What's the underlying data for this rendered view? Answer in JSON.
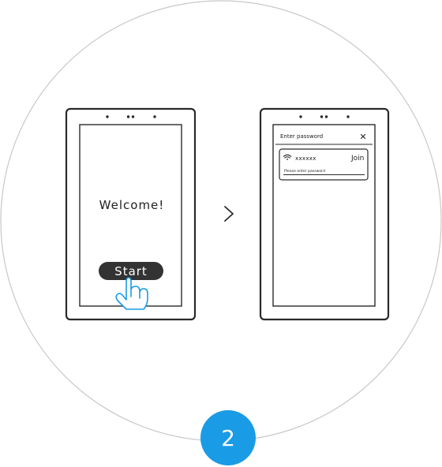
{
  "left_device": {
    "welcome_text": "Welcome!",
    "start_label": "Start"
  },
  "right_device": {
    "dialog_title": "Enter password",
    "close_symbol": "×",
    "network_name": "xxxxxx",
    "join_label": "Join",
    "password_hint": "Please enter password"
  },
  "step_number": "2",
  "icons": {
    "next": "chevron-right-icon",
    "touch": "hand-pointer-icon",
    "wifi": "wifi-icon"
  },
  "colors": {
    "circle_outline": "#c8c8c8",
    "device_outline": "#2a2a2a",
    "button_fill": "#333333",
    "step_badge": "#1a9be6"
  }
}
